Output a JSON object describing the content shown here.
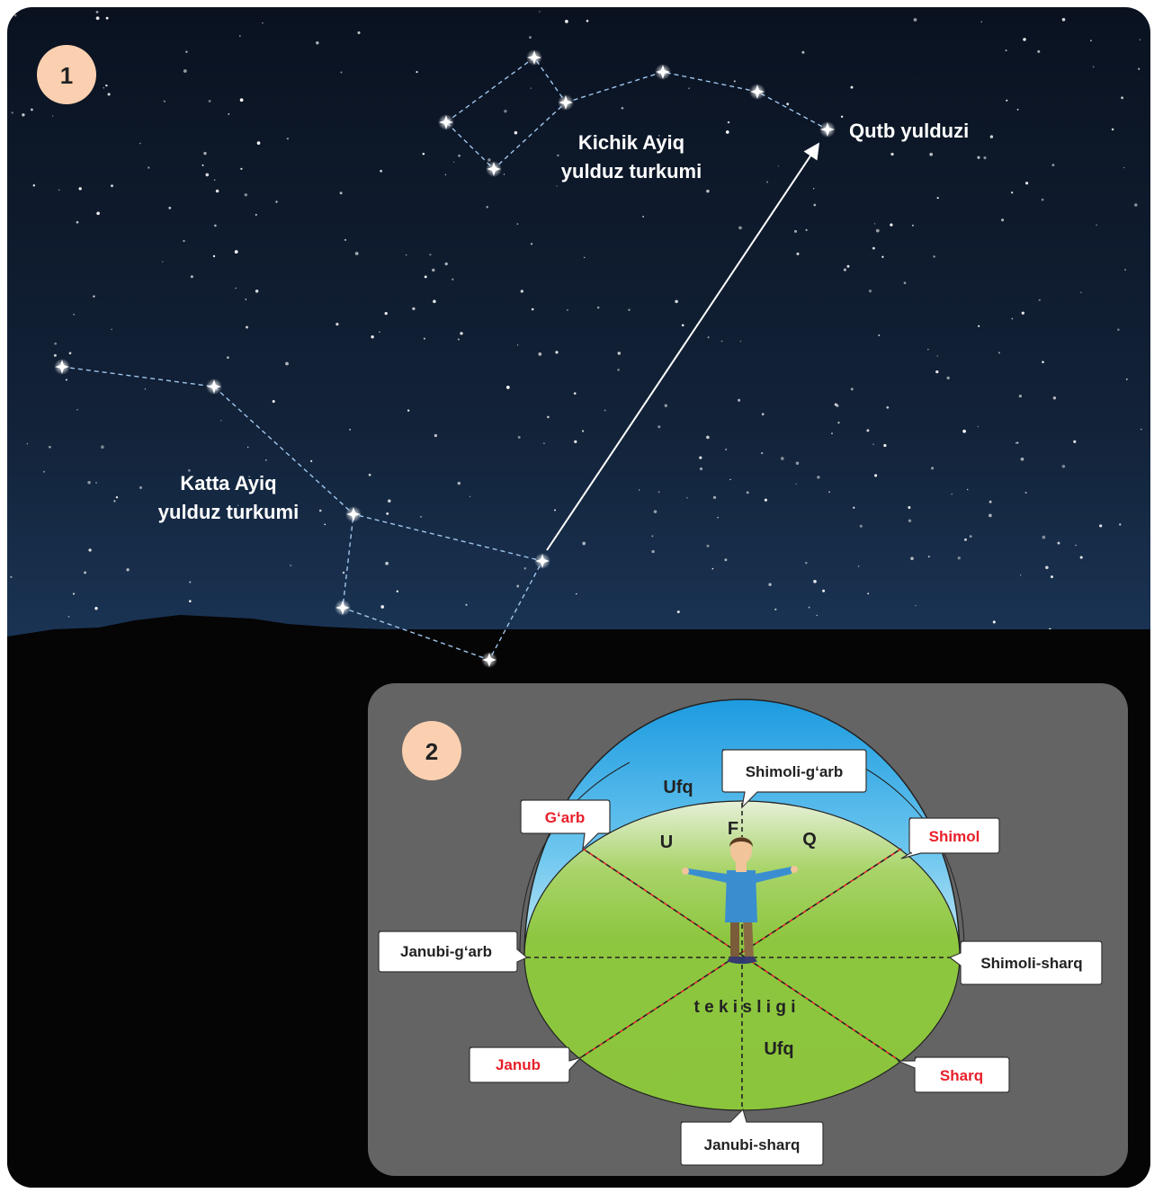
{
  "panel1": {
    "number": "1",
    "labels": {
      "small_dipper_line1": "Kichik Ayiq",
      "small_dipper_line2": "yulduz turkumi",
      "polaris": "Qutb yulduzi",
      "big_dipper_line1": "Katta Ayiq",
      "big_dipper_line2": "yulduz turkumi"
    }
  },
  "panel2": {
    "number": "2",
    "dome_label": "Ufq",
    "letter_u": "U",
    "letter_f": "F",
    "letter_q": "Q",
    "plane_word": "t e k i s l i g i",
    "plane_label": "Ufq",
    "callouts": {
      "shimoli_garb": "Shimoli-g‘arb",
      "garb": "G‘arb",
      "shimol": "Shimol",
      "janubi_garb": "Janubi-g‘arb",
      "shimoli_sharq": "Shimoli-sharq",
      "janub": "Janub",
      "sharq": "Sharq",
      "janubi_sharq": "Janubi-sharq"
    }
  },
  "colors": {
    "cardinal_red": "#e8202a",
    "intercardinal_dark": "#222222",
    "dome_blue": "#27a7e6",
    "plane_green": "#8dc63f",
    "number_badge": "#fbd0b0"
  }
}
